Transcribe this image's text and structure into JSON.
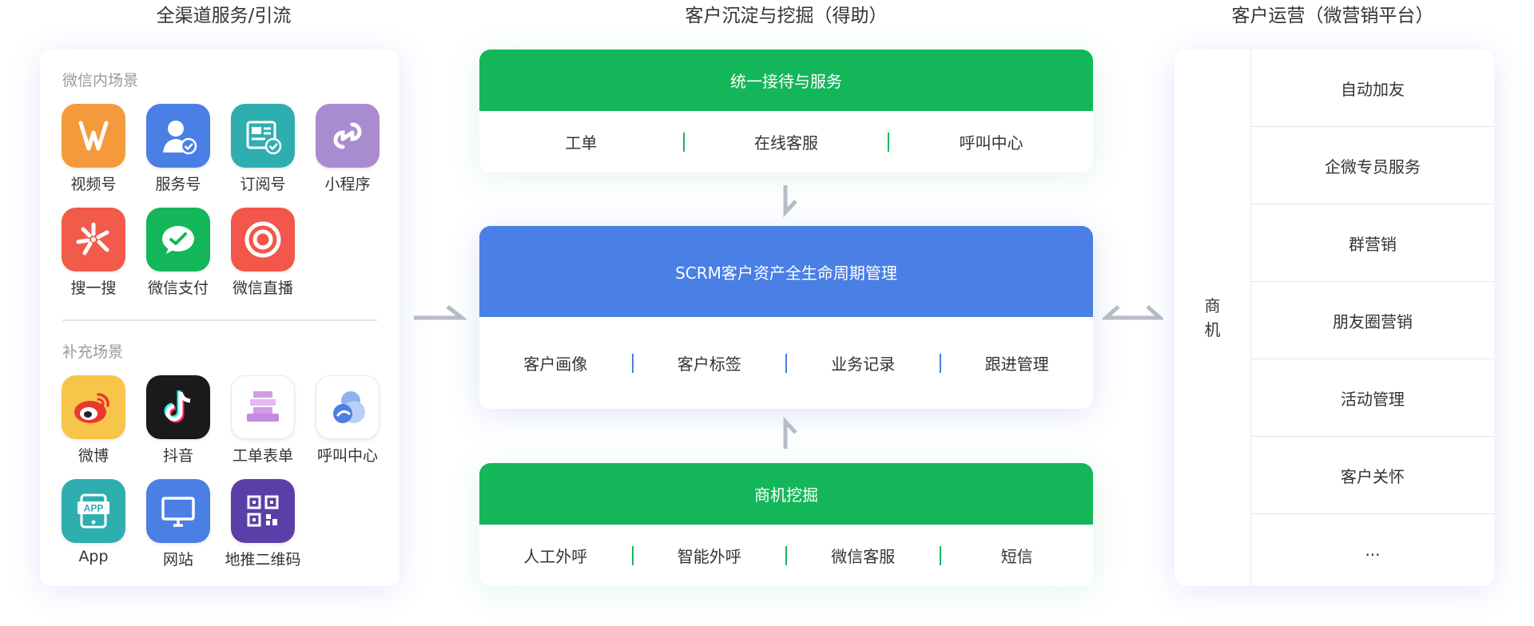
{
  "columns": {
    "left_title": "全渠道服务/引流",
    "middle_title": "客户沉淀与挖掘（得助）",
    "right_title": "客户运营（微营销平台）"
  },
  "left_panel": {
    "wechat_section_label": "微信内场景",
    "wechat_apps": [
      {
        "label": "视频号",
        "icon": "channels-icon",
        "color": "#f59a3c"
      },
      {
        "label": "服务号",
        "icon": "service-account-icon",
        "color": "#4a7fe5"
      },
      {
        "label": "订阅号",
        "icon": "subscription-icon",
        "color": "#2faeb0"
      },
      {
        "label": "小程序",
        "icon": "mini-program-icon",
        "color": "#a98bd0"
      },
      {
        "label": "搜一搜",
        "icon": "search-icon",
        "color": "#f25a4a"
      },
      {
        "label": "微信支付",
        "icon": "wechat-pay-icon",
        "color": "#13b75a"
      },
      {
        "label": "微信直播",
        "icon": "live-icon",
        "color": "#f2574a"
      }
    ],
    "extra_section_label": "补充场景",
    "extra_apps": [
      {
        "label": "微博",
        "icon": "weibo-icon",
        "color": "#f7c54a"
      },
      {
        "label": "抖音",
        "icon": "douyin-icon",
        "color": "#1a1a1a"
      },
      {
        "label": "工单表单",
        "icon": "form-icon",
        "color": "#c48ae0"
      },
      {
        "label": "呼叫中心",
        "icon": "call-center-icon",
        "color": "#4a7fe5"
      },
      {
        "label": "App",
        "icon": "app-icon",
        "color": "#2faeb0"
      },
      {
        "label": "网站",
        "icon": "website-icon",
        "color": "#4a7fe5"
      },
      {
        "label": "地推二维码",
        "icon": "qrcode-icon",
        "color": "#5b3fa8"
      }
    ]
  },
  "middle": {
    "service_card": {
      "title": "统一接待与服务",
      "items": [
        "工单",
        "在线客服",
        "呼叫中心"
      ]
    },
    "scrm_card": {
      "title": "SCRM客户资产全生命周期管理",
      "items": [
        "客户画像",
        "客户标签",
        "业务记录",
        "跟进管理"
      ]
    },
    "mining_card": {
      "title": "商机挖掘",
      "items": [
        "人工外呼",
        "智能外呼",
        "微信客服",
        "短信"
      ]
    }
  },
  "right_panel": {
    "biz_label": "商机",
    "items": [
      "自动加友",
      "企微专员服务",
      "群营销",
      "朋友圈营销",
      "活动管理",
      "客户关怀",
      "..."
    ]
  },
  "colors": {
    "green": "#13b75a",
    "blue": "#4a7fe5",
    "arrow_gray": "#b8bcc6"
  }
}
